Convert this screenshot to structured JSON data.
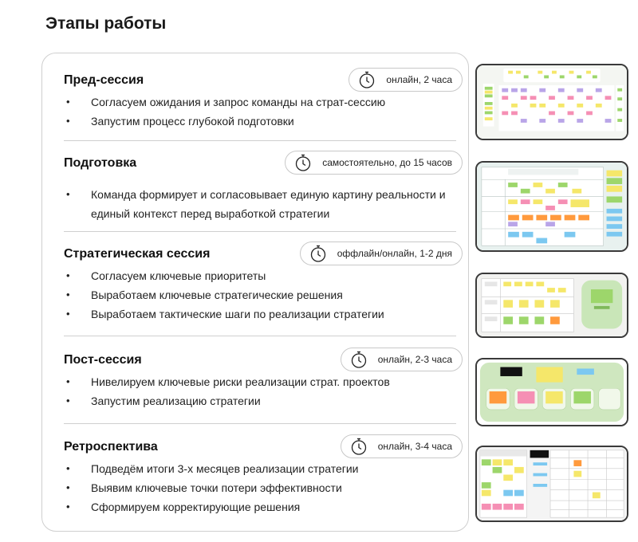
{
  "page": {
    "title": "Этапы работы"
  },
  "stages": [
    {
      "title": "Пред-сессия",
      "badge": "онлайн, 2 часа",
      "bullets": [
        "Согласуем ожидания и запрос команды на страт-сессию",
        "Запустим процесс глубокой подготовки"
      ]
    },
    {
      "title": "Подготовка",
      "badge": "самостоятельно, до 15 часов",
      "bullets": [
        "Команда формирует и согласовывает единую картину реальности и единый контекст перед выработкой стратегии"
      ]
    },
    {
      "title": "Стратегическая сессия",
      "badge": "оффлайн/онлайн, 1-2 дня",
      "bullets": [
        "Согласуем ключевые приоритеты",
        "Выработаем ключевые стратегические решения",
        "Выработаем тактические шаги по реализации стратегии"
      ]
    },
    {
      "title": "Пост-сессия",
      "badge": "онлайн, 2-3 часа",
      "bullets": [
        "Нивелируем ключевые риски реализации страт. проектов",
        "Запустим реализацию стратегии"
      ]
    },
    {
      "title": "Ретроспектива",
      "badge": "онлайн, 3-4 часа",
      "bullets": [
        "Подведём итоги 3-х месяцев реализации стратегии",
        "Выявим ключевые точки потери эффективности",
        "Сформируем корректирующие решения"
      ]
    }
  ],
  "icons": {
    "badge_icon": "stopwatch-icon"
  },
  "colors": {
    "accent": "#111111",
    "border": "#cfcfcf",
    "thumb_border": "#3a3a3a"
  }
}
